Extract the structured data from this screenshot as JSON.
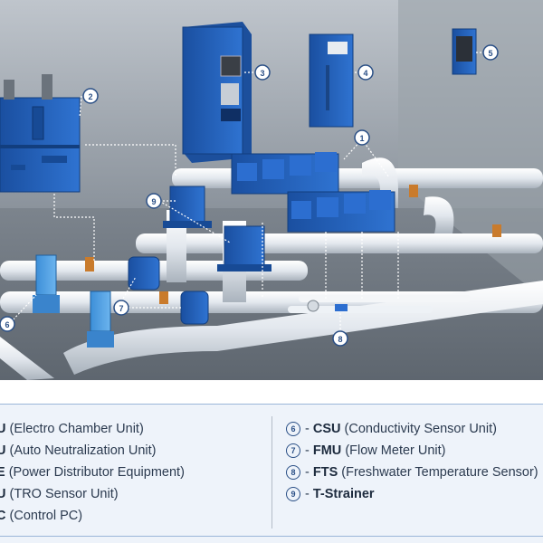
{
  "callouts": [
    "1",
    "2",
    "3",
    "4",
    "5",
    "6",
    "7",
    "8",
    "9"
  ],
  "legend_left": [
    {
      "code": "U",
      "name": "(Electro Chamber Unit)"
    },
    {
      "code": "U",
      "name": "(Auto Neutralization Unit)"
    },
    {
      "code": "E",
      "name": "(Power Distributor Equipment)"
    },
    {
      "code": "U",
      "name": "(TRO Sensor Unit)"
    },
    {
      "code": "C",
      "name": "(Control PC)"
    }
  ],
  "legend_right": [
    {
      "num": "6",
      "code": "CSU",
      "name": "(Conductivity Sensor Unit)"
    },
    {
      "num": "7",
      "code": "FMU",
      "name": "(Flow Meter Unit)"
    },
    {
      "num": "8",
      "code": "FTS",
      "name": "(Freshwater Temperature Sensor)"
    },
    {
      "num": "9",
      "code": "T-Strainer",
      "name": ""
    }
  ],
  "legend_dash": "-",
  "colors": {
    "equipment_blue": "#1f5fb8",
    "pipe_white": "#e9eef3",
    "callout_blue": "#2a4f86",
    "legend_bg": "#eef3fa"
  }
}
